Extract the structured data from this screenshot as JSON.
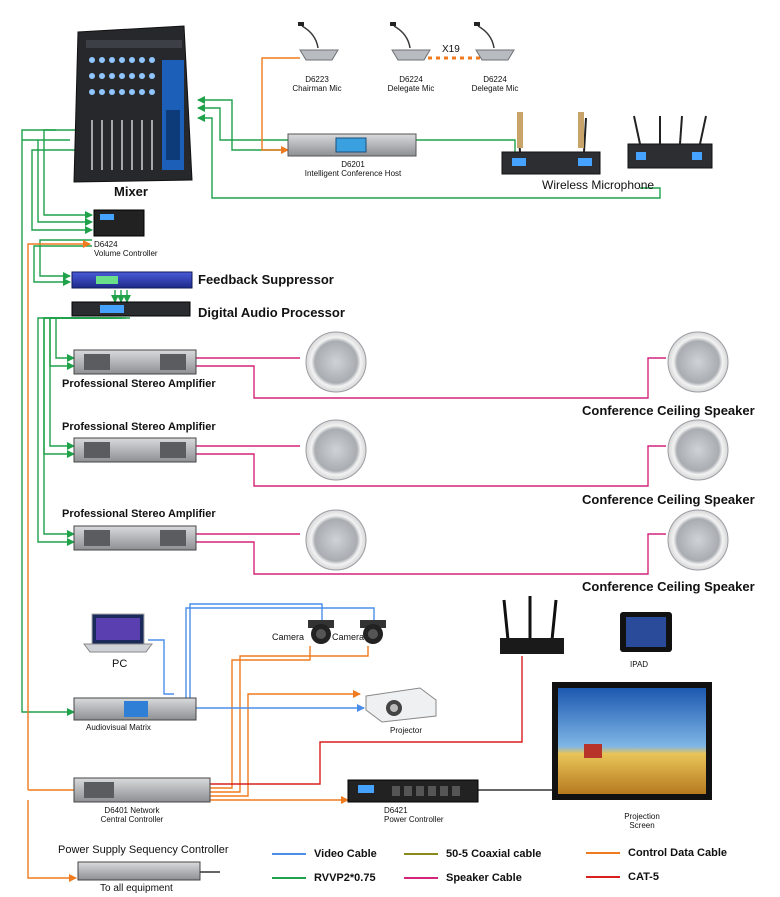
{
  "colors": {
    "video": "#4a8ee8",
    "rvvp": "#1fa24a",
    "coax": "#8a8a1a",
    "speaker": "#d4257a",
    "control": "#f07a1e",
    "cat5": "#d8201e"
  },
  "devices": {
    "mixer": "Mixer",
    "chairman_mic": {
      "model": "D6223",
      "name": "Chairman Mic"
    },
    "delegate_mic_1": {
      "model": "D6224",
      "name": "Delegate Mic"
    },
    "delegate_mic_2": {
      "model": "D6224",
      "name": "Delegate Mic"
    },
    "delegate_count": "X19",
    "conference_host": {
      "model": "D6201",
      "name": "Intelligent Conference Host"
    },
    "wireless_mic": "Wireless Microphone",
    "volume_controller": {
      "model": "D6424",
      "name": "Volume Controller"
    },
    "feedback_suppressor": "Feedback Suppressor",
    "audio_processor": "Digital Audio Processor",
    "amplifier": "Professional Stereo Amplifier",
    "ceiling_speaker": "Conference Ceiling Speaker",
    "pc": "PC",
    "camera": "Camera",
    "av_matrix": "Audiovisual Matrix",
    "projector": "Projector",
    "router_label": "",
    "ipad": "IPAD",
    "central_controller": {
      "model": "D6401 Network",
      "name": "Central Controller"
    },
    "power_controller": {
      "model": "D6421",
      "name": "Power Controller"
    },
    "projection_screen": {
      "line1": "Projection",
      "line2": "Screen"
    },
    "sequencer": "Power Supply Sequency Controller",
    "sequencer_note": "To all equipment"
  },
  "legend": [
    {
      "label": "Video Cable",
      "color": "#4a8ee8"
    },
    {
      "label": "50-5 Coaxial cable",
      "color": "#8a8a1a"
    },
    {
      "label": "Control Data Cable",
      "color": "#f07a1e"
    },
    {
      "label": "RVVP2*0.75",
      "color": "#1fa24a"
    },
    {
      "label": "Speaker Cable",
      "color": "#d4257a"
    },
    {
      "label": "CAT-5",
      "color": "#d8201e"
    }
  ]
}
